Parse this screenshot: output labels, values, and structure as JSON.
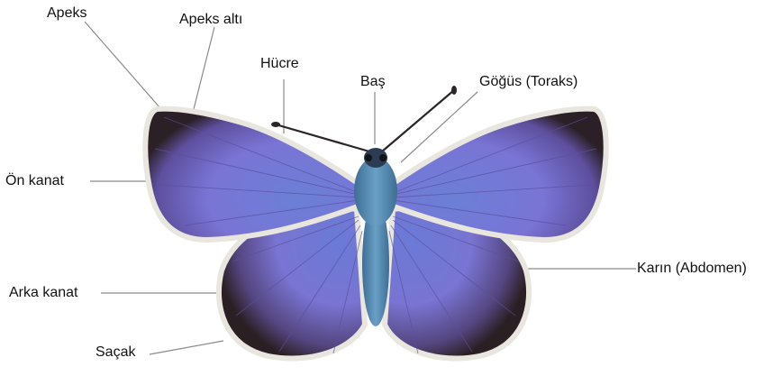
{
  "diagram": {
    "subject": "butterfly-anatomy",
    "labels": {
      "apeks": "Apeks",
      "apeks_alti": "Apeks altı",
      "hucre": "Hücre",
      "bas": "Baş",
      "gogus": "Göğüs (Toraks)",
      "on_kanat": "Ön kanat",
      "arka_kanat": "Arka kanat",
      "karin": "Karın (Abdomen)",
      "sacak": "Saçak"
    },
    "colors": {
      "leader_line": "#8a8a8a",
      "wing_blue": "#7f78d8",
      "wing_border": "#2a1f22",
      "fringe": "#e9e6e0",
      "body": "#4f86b0"
    }
  }
}
